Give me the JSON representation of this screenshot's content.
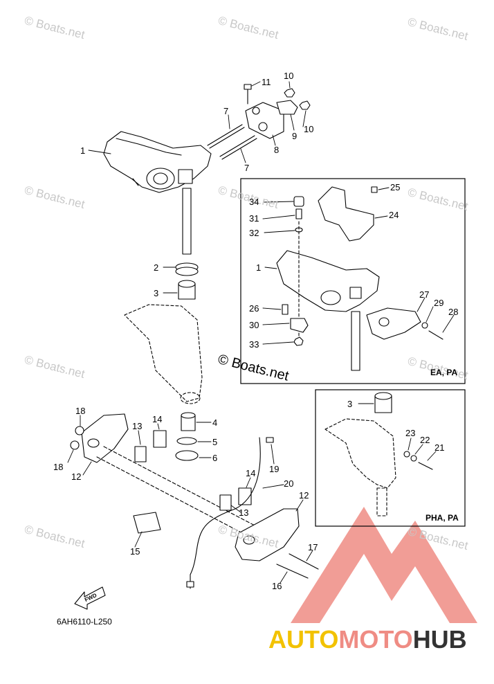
{
  "watermarks": {
    "text": "© Boats.net",
    "big_text": "© Boats.net"
  },
  "callouts": [
    "1",
    "2",
    "3",
    "4",
    "5",
    "6",
    "7",
    "7",
    "8",
    "9",
    "10",
    "10",
    "11",
    "12",
    "12",
    "13",
    "13",
    "14",
    "14",
    "15",
    "16",
    "17",
    "18",
    "18",
    "19",
    "20"
  ],
  "inset_ea": {
    "label": "EA, PA",
    "callouts": [
      "34",
      "31",
      "32",
      "1",
      "26",
      "30",
      "33",
      "25",
      "24",
      "27",
      "29",
      "28"
    ]
  },
  "inset_pha": {
    "label": "PHA, PA",
    "callouts": [
      "3",
      "23",
      "22",
      "21"
    ]
  },
  "fwd_label": "FWD",
  "part_code": "6AH6110-L250",
  "logo": {
    "part1": "AUTO",
    "part2": "MOTO",
    "part3": "HUB",
    "color_primary": "#f2c200",
    "color_secondary": "#333333",
    "color_triangle": "#e8726a"
  }
}
